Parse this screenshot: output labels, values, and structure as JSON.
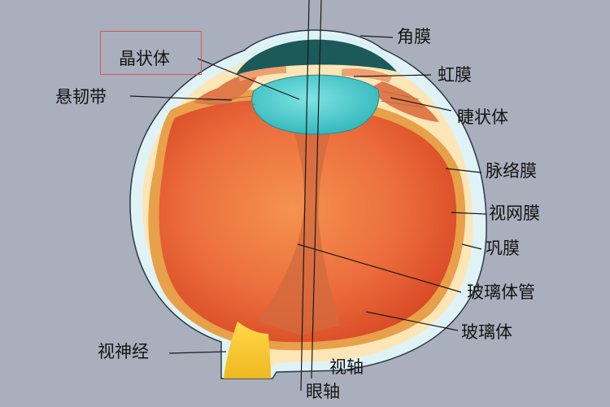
{
  "labels": {
    "cornea": "角膜",
    "lens": "晶状体",
    "iris": "虹膜",
    "zonule": "悬韧带",
    "ciliary_body": "睫状体",
    "choroid": "脉络膜",
    "retina": "视网膜",
    "sclera": "巩膜",
    "hyaloid_canal": "玻璃体管",
    "vitreous_body": "玻璃体",
    "optic_nerve": "视神经",
    "visual_axis": "视轴",
    "optic_axis": "眼轴"
  },
  "colors": {
    "background": "#a9afbd",
    "outer_coat": "#dff3f6",
    "sclera": "#fde6b6",
    "choroid_retina": "#e8a04a",
    "vitreous": "#e8552f",
    "lens": "#4cc9cc",
    "cornea": "#1c5a5a",
    "optic_nerve": "#f1c231",
    "highlight_box": "#d05a52"
  }
}
